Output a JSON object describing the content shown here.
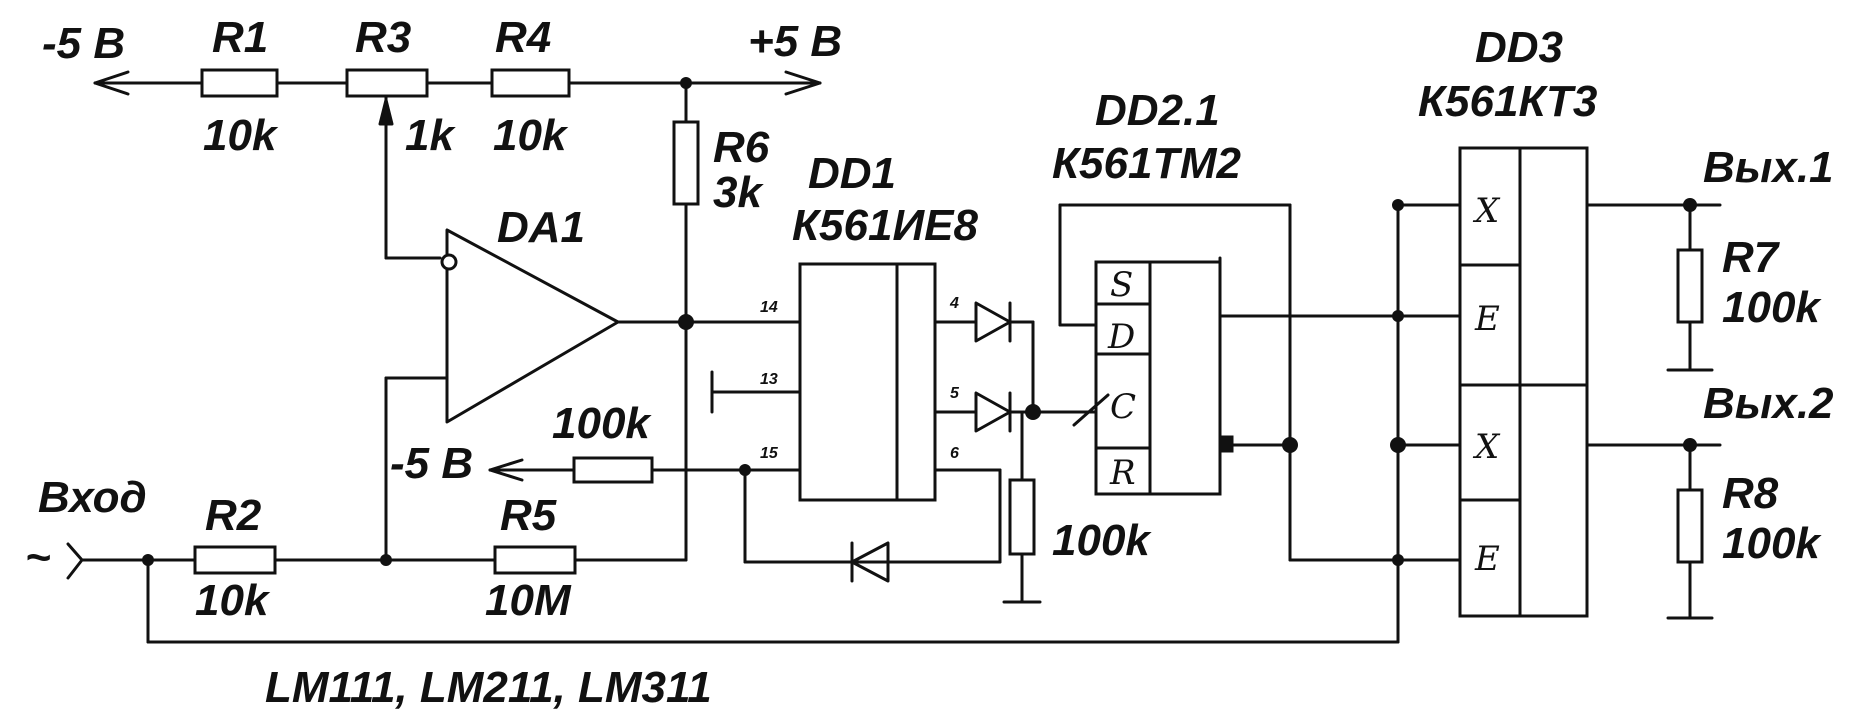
{
  "rails": {
    "neg_top": "-5 В",
    "pos": "+5 В",
    "neg_mid": "-5 В"
  },
  "resistors": {
    "r1": {
      "ref": "R1",
      "value": "10k"
    },
    "r3": {
      "ref": "R3",
      "value": "1k"
    },
    "r4": {
      "ref": "R4",
      "value": "10k"
    },
    "r6": {
      "ref": "R6",
      "value": "3k"
    },
    "r2": {
      "ref": "R2",
      "value": "10k"
    },
    "r5": {
      "ref": "R5",
      "value": "10M"
    },
    "r_fb": {
      "value": "100k"
    },
    "r_pd": {
      "value": "100k"
    },
    "r7": {
      "ref": "R7",
      "value": "100k"
    },
    "r8": {
      "ref": "R8",
      "value": "100k"
    }
  },
  "ics": {
    "da1": {
      "ref": "DA1"
    },
    "dd1": {
      "ref": "DD1",
      "part": "К561ИЕ8",
      "pins": [
        "14",
        "13",
        "15",
        "4",
        "5",
        "6"
      ]
    },
    "dd2": {
      "ref": "DD2.1",
      "part": "К561ТМ2",
      "pins": [
        "S",
        "D",
        "C",
        "R"
      ]
    },
    "dd3": {
      "ref": "DD3",
      "part": "К561КТ3",
      "pins": [
        "X",
        "E",
        "X",
        "E"
      ]
    }
  },
  "io": {
    "input": "Вход",
    "tilde": "~",
    "out1": "Вых.1",
    "out2": "Вых.2"
  },
  "note": "LM111, LM211, LM311"
}
